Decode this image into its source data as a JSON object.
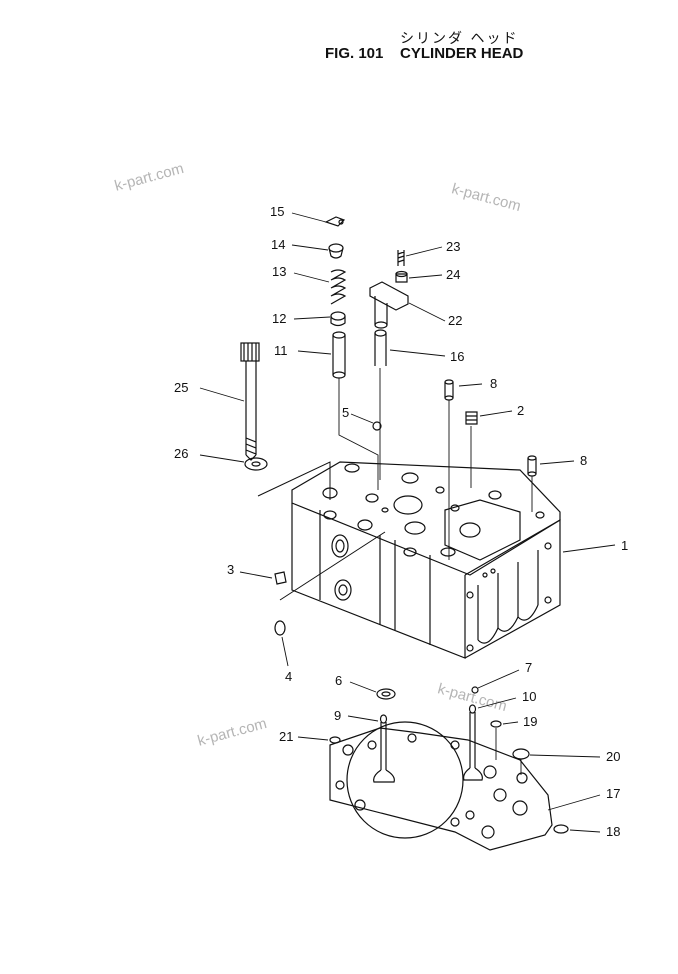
{
  "header": {
    "title_jp": "シリンダ ヘッド",
    "fig_label": "FIG. 101",
    "title_en": "CYLINDER HEAD"
  },
  "watermarks": [
    "k-part.com",
    "k-part.com",
    "k-part.com",
    "k-part.com"
  ],
  "callouts": [
    "1",
    "2",
    "3",
    "4",
    "5",
    "6",
    "7",
    "8",
    "8",
    "9",
    "10",
    "11",
    "12",
    "13",
    "14",
    "15",
    "16",
    "17",
    "18",
    "19",
    "20",
    "21",
    "22",
    "23",
    "24",
    "25",
    "26"
  ]
}
